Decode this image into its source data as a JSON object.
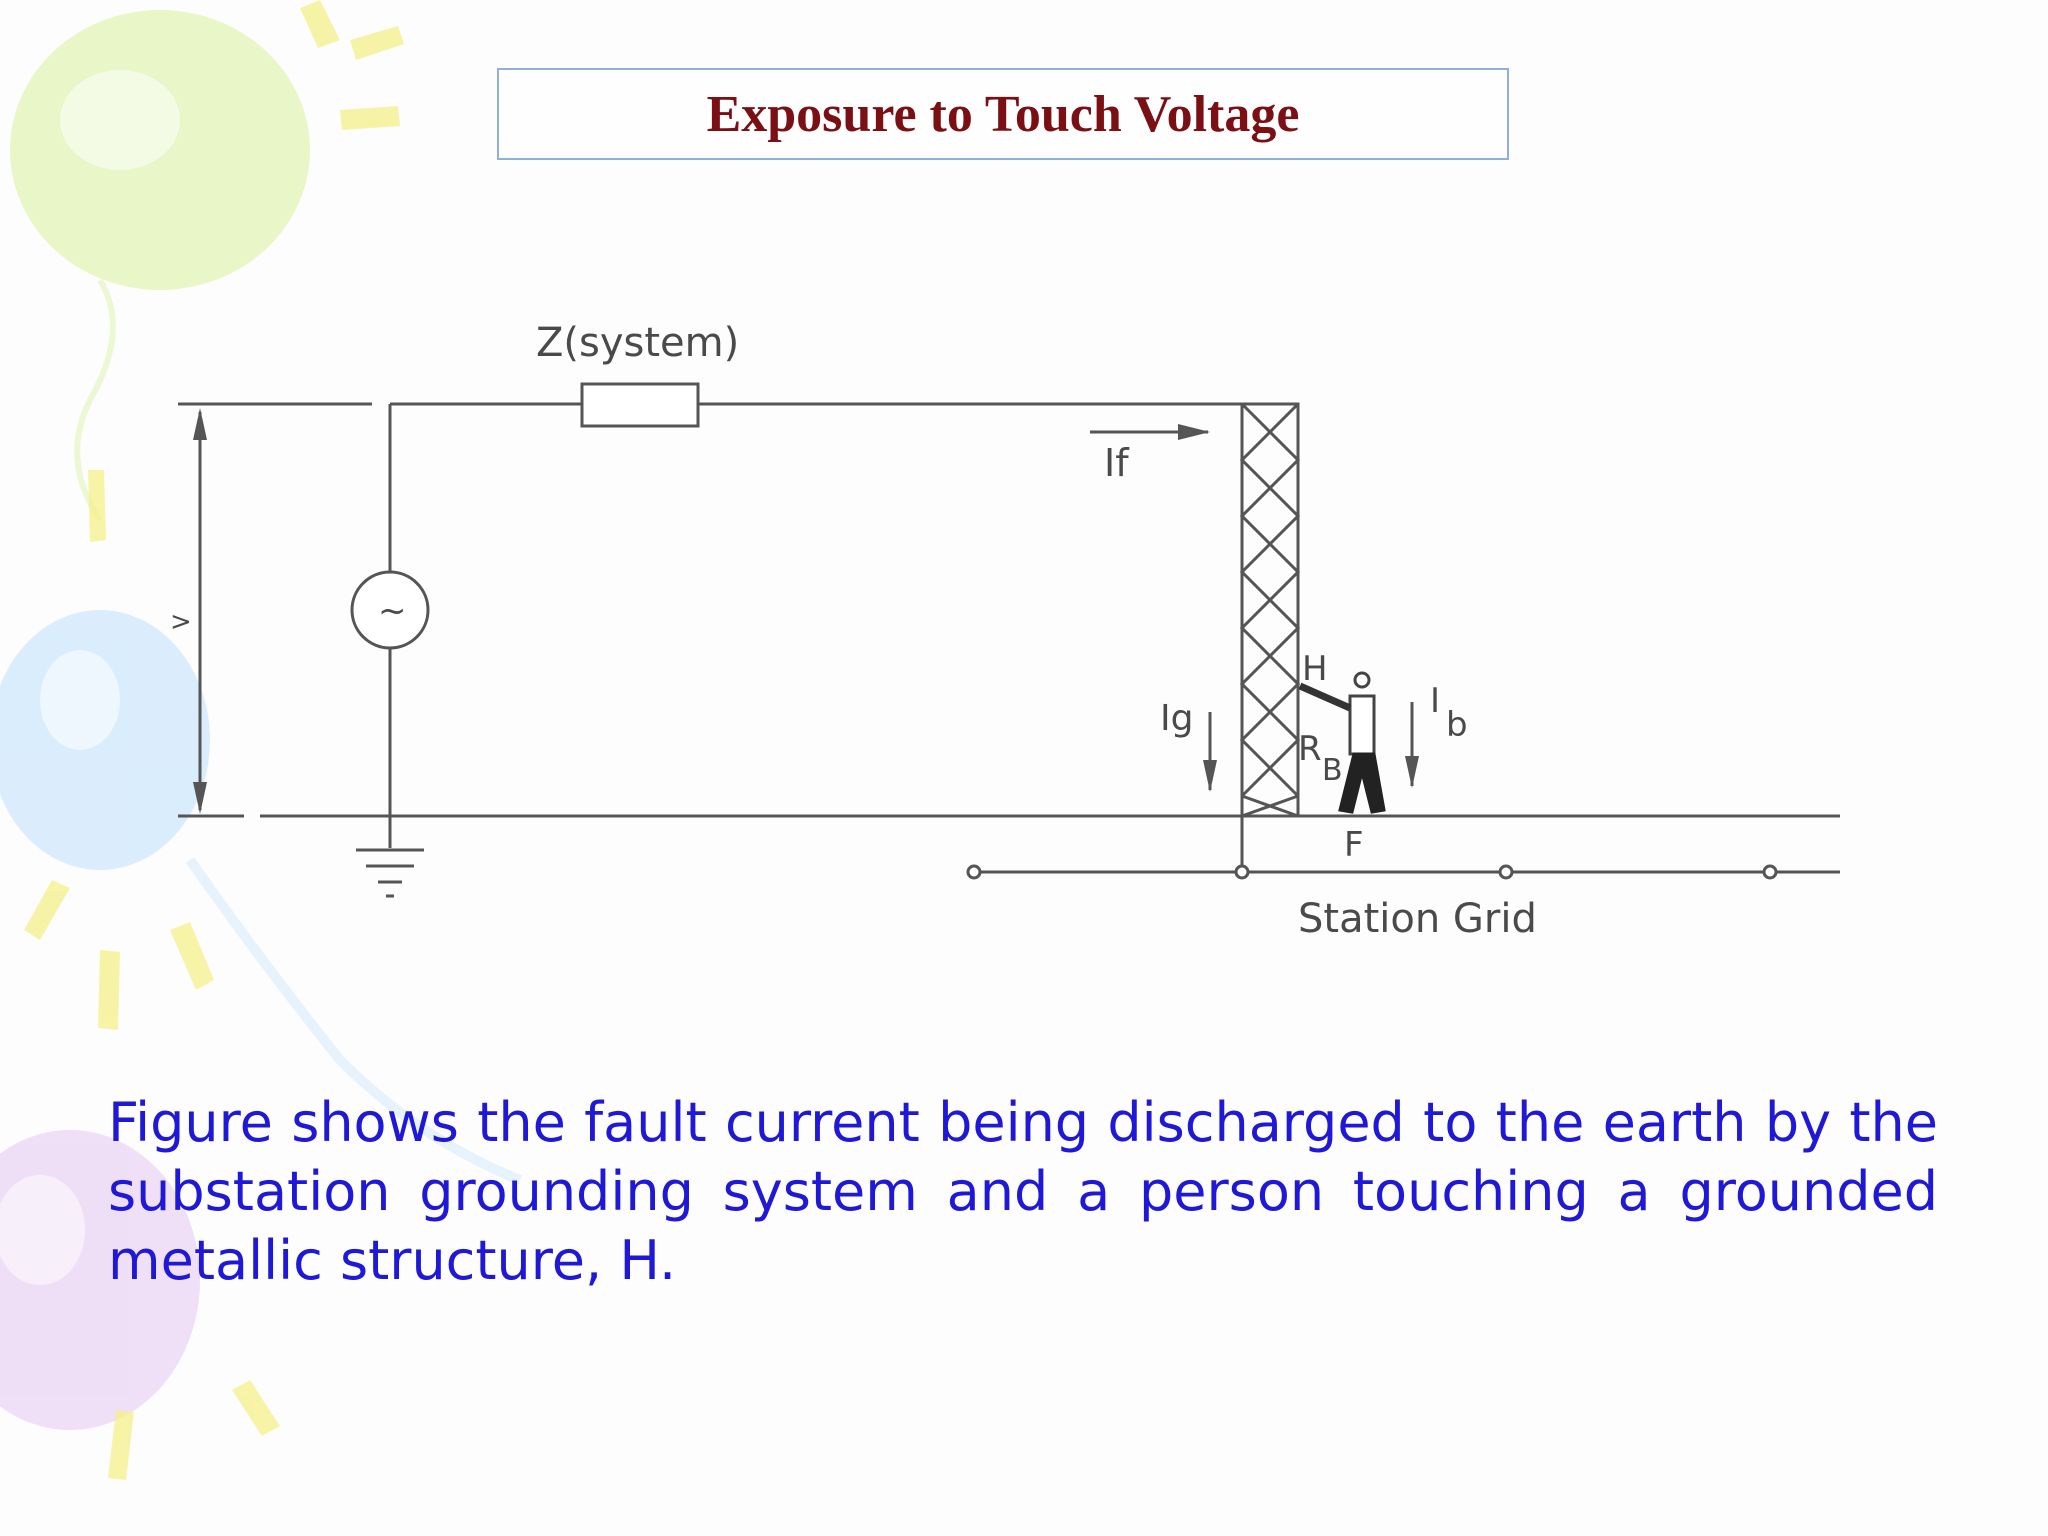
{
  "slide": {
    "title": "Exposure to Touch Voltage",
    "caption": "Figure shows the fault current being discharged to the earth by the substation grounding system and a person touching a grounded metallic structure, H."
  },
  "diagram": {
    "labels": {
      "z_system": "Z(system)",
      "source_symbol": "~",
      "voltage_marker": ">",
      "if": "If",
      "ig": "Ig",
      "ib_i": "I",
      "ib_b": "b",
      "h": "H",
      "rb_r": "R",
      "rb_b": "B",
      "f": "F",
      "station_grid": "Station Grid"
    }
  },
  "colors": {
    "title": "#7a1014",
    "caption": "#1f18d6",
    "title_border": "#8fb0d9",
    "line": "#555555"
  }
}
